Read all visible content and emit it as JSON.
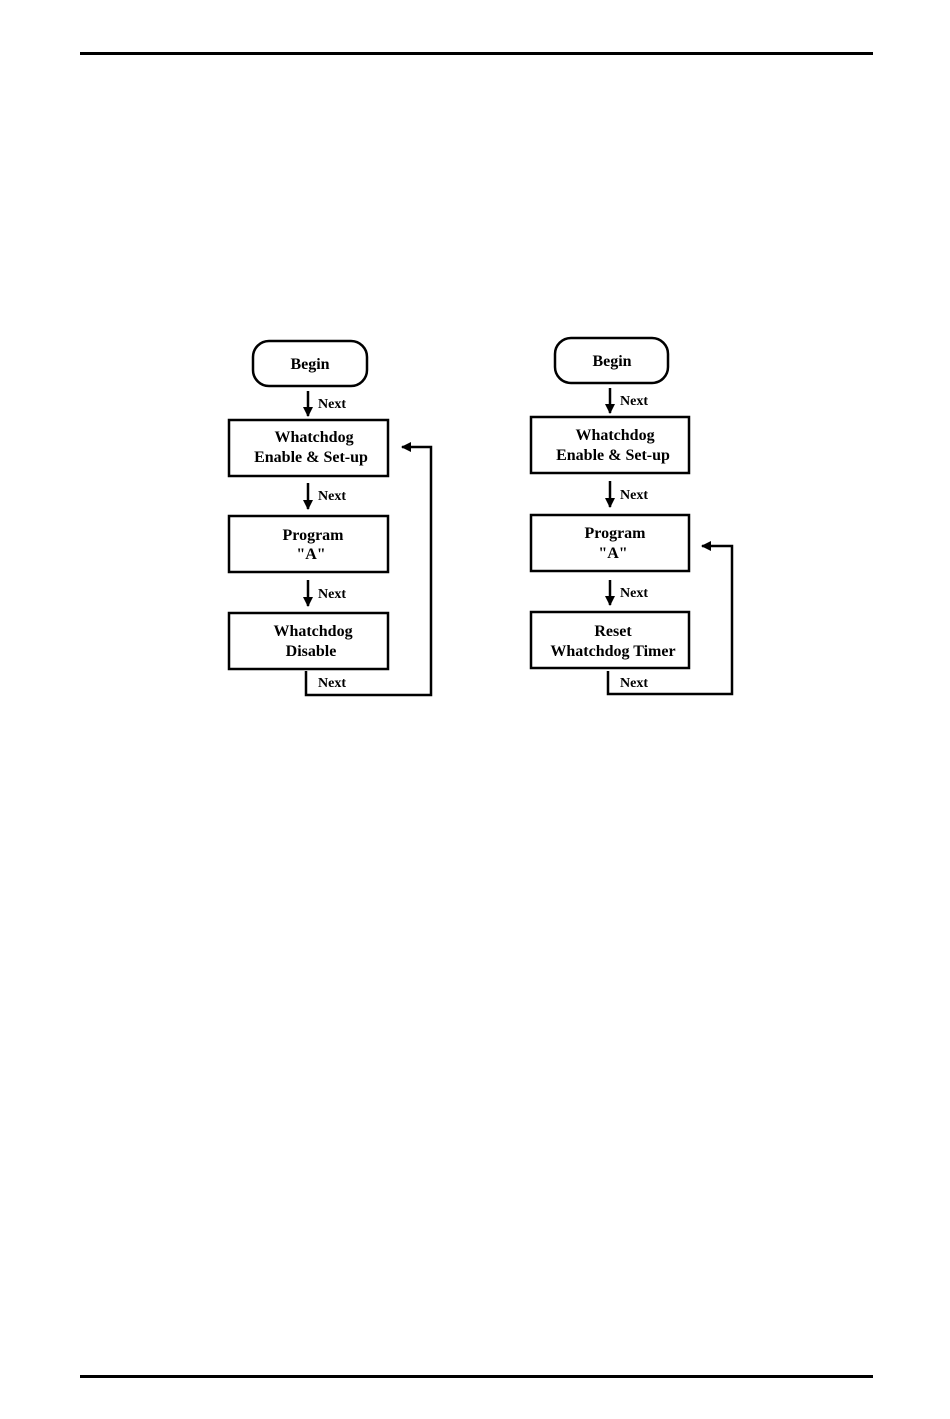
{
  "flowcharts": [
    {
      "begin_label": "Begin",
      "steps": [
        {
          "lines": [
            "Whatchdog",
            "Enable & Set-up"
          ]
        },
        {
          "lines": [
            "Program",
            "\"A\""
          ]
        },
        {
          "lines": [
            "Whatchdog",
            "Disable"
          ]
        }
      ],
      "edge_labels": [
        "Next",
        "Next",
        "Next",
        "Next"
      ]
    },
    {
      "begin_label": "Begin",
      "steps": [
        {
          "lines": [
            "Whatchdog",
            "Enable & Set-up"
          ]
        },
        {
          "lines": [
            "Program",
            "\"A\""
          ]
        },
        {
          "lines": [
            "Reset",
            "Whatchdog Timer"
          ]
        }
      ],
      "edge_labels": [
        "Next",
        "Next",
        "Next",
        "Next"
      ]
    }
  ],
  "colors": {
    "line": "#000000",
    "background": "#ffffff"
  }
}
